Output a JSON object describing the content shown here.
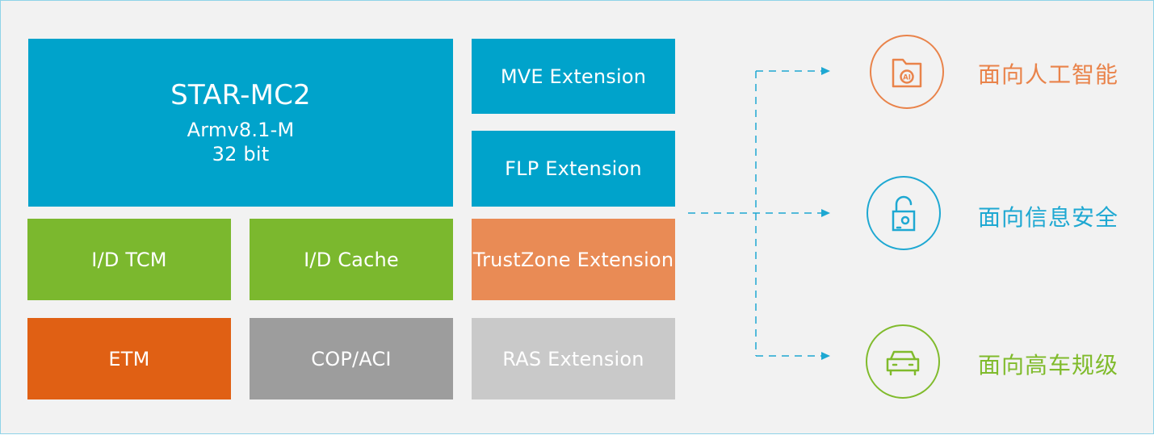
{
  "core": {
    "title": "STAR-MC2",
    "arch": "Armv8.1-M",
    "bits": "32 bit"
  },
  "blocks": {
    "itcm": "I/D TCM",
    "icache": "I/D Cache",
    "etm": "ETM",
    "cop": "COP/ACI",
    "mve": "MVE Extension",
    "flp": "FLP Extension",
    "trustzone": "TrustZone Extension",
    "ras": "RAS Extension"
  },
  "targets": [
    {
      "label": "面向人工智能",
      "icon": "ai-folder-icon",
      "color": "#e9834a"
    },
    {
      "label": "面向信息安全",
      "icon": "unlock-icon",
      "color": "#1ea8d2"
    },
    {
      "label": "面向高车规级",
      "icon": "car-icon",
      "color": "#80bb2c"
    }
  ],
  "colors": {
    "blue": "#00a3cb",
    "green": "#7bb82e",
    "trustzone": "#e98b55",
    "etm": "#e06014",
    "cop": "#9d9d9d",
    "ras": "#c9c9c9",
    "connector": "#1ea8d2"
  }
}
